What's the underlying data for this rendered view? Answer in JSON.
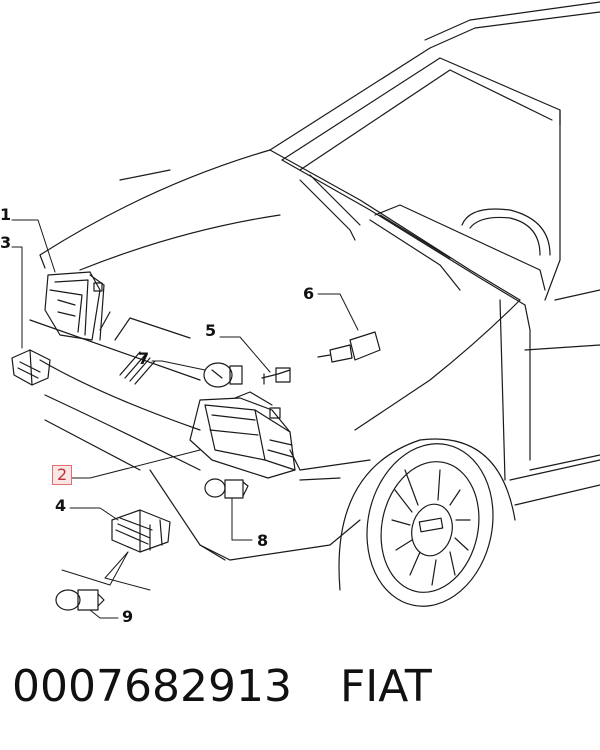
{
  "callouts": {
    "c1": "1",
    "c2": "2",
    "c3": "3",
    "c4": "4",
    "c5": "5",
    "c6": "6",
    "c7": "7",
    "c8": "8",
    "c9": "9"
  },
  "highlighted_callout": "2",
  "footer": {
    "part_number": "0007682913",
    "brand": "FIAT"
  },
  "colors": {
    "line": "#1a1a1a",
    "highlight_border": "#e07070",
    "highlight_fill": "#fbe5e5"
  }
}
